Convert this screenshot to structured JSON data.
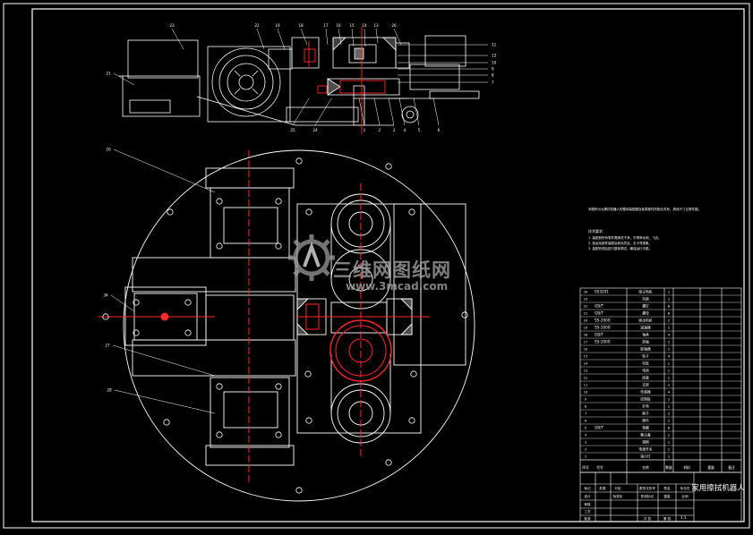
{
  "drawing": {
    "title": "家用擦拭机器人",
    "watermark": {
      "brand": "三维网图纸网",
      "url": "www.3mcad.com"
    },
    "colors": {
      "line": "#ffffff",
      "accent": "#ff2a2a",
      "background": "#000000",
      "watermark": "#a0a0a0"
    },
    "top_callouts": [
      "23",
      "22",
      "19",
      "18",
      "17",
      "16",
      "15",
      "14",
      "13",
      "26"
    ],
    "right_callouts": [
      "11",
      "12",
      "10",
      "9",
      "8",
      "7"
    ],
    "bottom_callouts": [
      "25",
      "24",
      "1",
      "2",
      "3",
      "4",
      "5",
      "6"
    ],
    "left_callouts": [
      "21",
      "20",
      "34",
      "27",
      "28"
    ],
    "tech_requirements": {
      "intro": "本图所示为擦拭机器人的整体装配图及各零部件的配合关系，具体尺寸见零件图。",
      "heading": "技术要求",
      "items": [
        "1. 装配前所有零件需清洗干净，不得有毛刺、飞边。",
        "2. 各运动部件装配后转动灵活，无卡滞现象。",
        "3. 装配完成后进行整体调试，确保运行平稳。"
      ]
    },
    "bom": [
      {
        "code": "SS3201",
        "name": "吸尘电机",
        "qty": "1"
      },
      {
        "code": "",
        "name": "风扇",
        "qty": "1"
      },
      {
        "code": "GB/T",
        "name": "螺钉",
        "qty": "8"
      },
      {
        "code": "GB/T",
        "name": "螺母",
        "qty": "8"
      },
      {
        "code": "SS-2000",
        "name": "驱动电机",
        "qty": "2"
      },
      {
        "code": "SS-2000",
        "name": "减速器",
        "qty": "2"
      },
      {
        "code": "GB/T",
        "name": "轴承",
        "qty": "4"
      },
      {
        "code": "SS-2000",
        "name": "转轴",
        "qty": "2"
      },
      {
        "code": "",
        "name": "联轴器",
        "qty": "2"
      },
      {
        "code": "",
        "name": "轮子",
        "qty": "4"
      },
      {
        "code": "",
        "name": "托板",
        "qty": "1"
      },
      {
        "code": "",
        "name": "电池",
        "qty": "1"
      },
      {
        "code": "",
        "name": "底盘",
        "qty": "1"
      },
      {
        "code": "",
        "name": "支架",
        "qty": "2"
      },
      {
        "code": "",
        "name": "传感器",
        "qty": "4"
      },
      {
        "code": "",
        "name": "控制板",
        "qty": "1"
      },
      {
        "code": "",
        "name": "外壳",
        "qty": "1"
      },
      {
        "code": "",
        "name": "刷子",
        "qty": "2"
      },
      {
        "code": "",
        "name": "擦布",
        "qty": "2"
      },
      {
        "code": "GB/T",
        "name": "垫圈",
        "qty": "8"
      },
      {
        "code": "",
        "name": "集尘盒",
        "qty": "1"
      },
      {
        "code": "",
        "name": "滚刷",
        "qty": "1"
      },
      {
        "code": "",
        "name": "电源开关",
        "qty": "1"
      },
      {
        "code": "",
        "name": "指示灯",
        "qty": "1"
      }
    ],
    "title_block": {
      "labels": [
        "标记",
        "处数",
        "分区",
        "更改文件号",
        "签名",
        "年月日",
        "设计",
        "标准化",
        "审核",
        "工艺",
        "批准",
        "阶段标记",
        "重量",
        "比例",
        "共 张",
        "第 张"
      ],
      "scale": "1:1"
    }
  }
}
